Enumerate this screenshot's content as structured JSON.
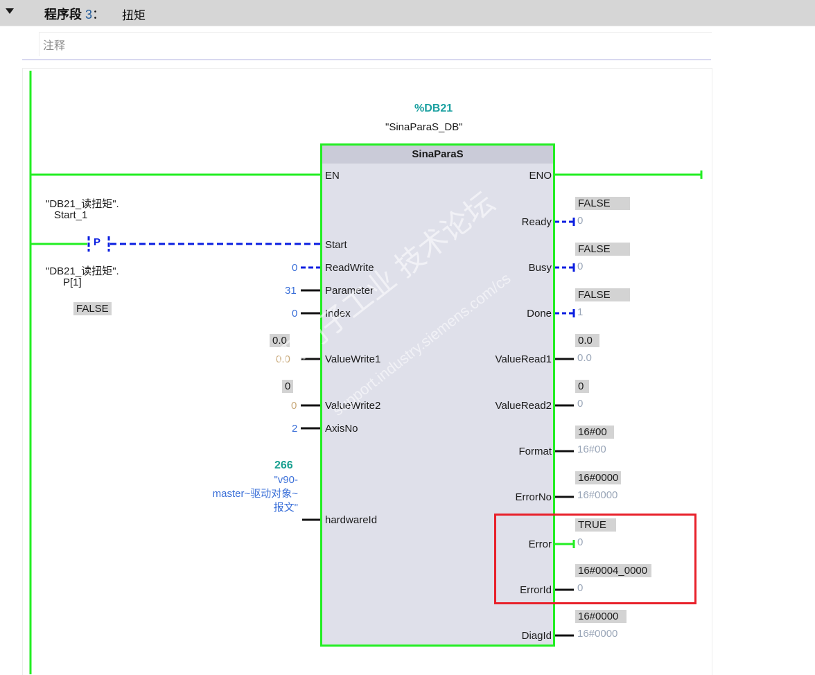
{
  "network": {
    "label": "程序段",
    "number": "3",
    "colon": "：",
    "name": "扭矩",
    "comment_placeholder": "注释"
  },
  "contact": {
    "operand_line1": "\"DB21_读扭矩\".",
    "operand_line2": "Start_1",
    "symbol": "P",
    "edge_operand_line1": "\"DB21_读扭矩\".",
    "edge_operand_line2": "P[1]",
    "edge_status": "FALSE"
  },
  "function_block": {
    "db_address": "%DB21",
    "db_name": "\"SinaParaS_DB\"",
    "type": "SinaParaS",
    "inputs": [
      {
        "pin": "EN"
      },
      {
        "pin": "Start"
      },
      {
        "pin": "ReadWrite",
        "value": "0"
      },
      {
        "pin": "Parameter",
        "value": "31"
      },
      {
        "pin": "Index",
        "value": "0"
      },
      {
        "pin": "ValueWrite1",
        "status": "0.0",
        "value": "0.0"
      },
      {
        "pin": "ValueWrite2",
        "status": "0",
        "value": "0"
      },
      {
        "pin": "AxisNo",
        "value": "2"
      },
      {
        "pin": "hardwareId",
        "value": "266",
        "tag_lines": [
          "\"v90-",
          "master~驱动对象~",
          "报文\""
        ]
      }
    ],
    "outputs": [
      {
        "pin": "ENO"
      },
      {
        "pin": "Ready",
        "status": "FALSE",
        "value": "0"
      },
      {
        "pin": "Busy",
        "status": "FALSE",
        "value": "0"
      },
      {
        "pin": "Done",
        "status": "FALSE",
        "value": "1"
      },
      {
        "pin": "ValueRead1",
        "status": "0.0",
        "value": "0.0"
      },
      {
        "pin": "ValueRead2",
        "status": "0",
        "value": "0"
      },
      {
        "pin": "Format",
        "status": "16#00",
        "value": "16#00"
      },
      {
        "pin": "ErrorNo",
        "status": "16#0000",
        "value": "16#0000"
      },
      {
        "pin": "Error",
        "status": "TRUE",
        "value": "0"
      },
      {
        "pin": "ErrorId",
        "status": "16#0004_0000",
        "value": "0"
      },
      {
        "pin": "DiagId",
        "status": "16#0000",
        "value": "16#0000"
      }
    ]
  },
  "highlight": {
    "color": "#e8202a",
    "covers": [
      "Error",
      "ErrorId"
    ]
  },
  "colors": {
    "power_flow": "#22ee22",
    "no_flow": "#0a1ee0",
    "constant": "#3a6fd8",
    "db_address": "#1aa0a0"
  },
  "watermark": {
    "line1": "西门子工业 技术论坛",
    "line2": "support.industry.siemens.com/cs"
  }
}
